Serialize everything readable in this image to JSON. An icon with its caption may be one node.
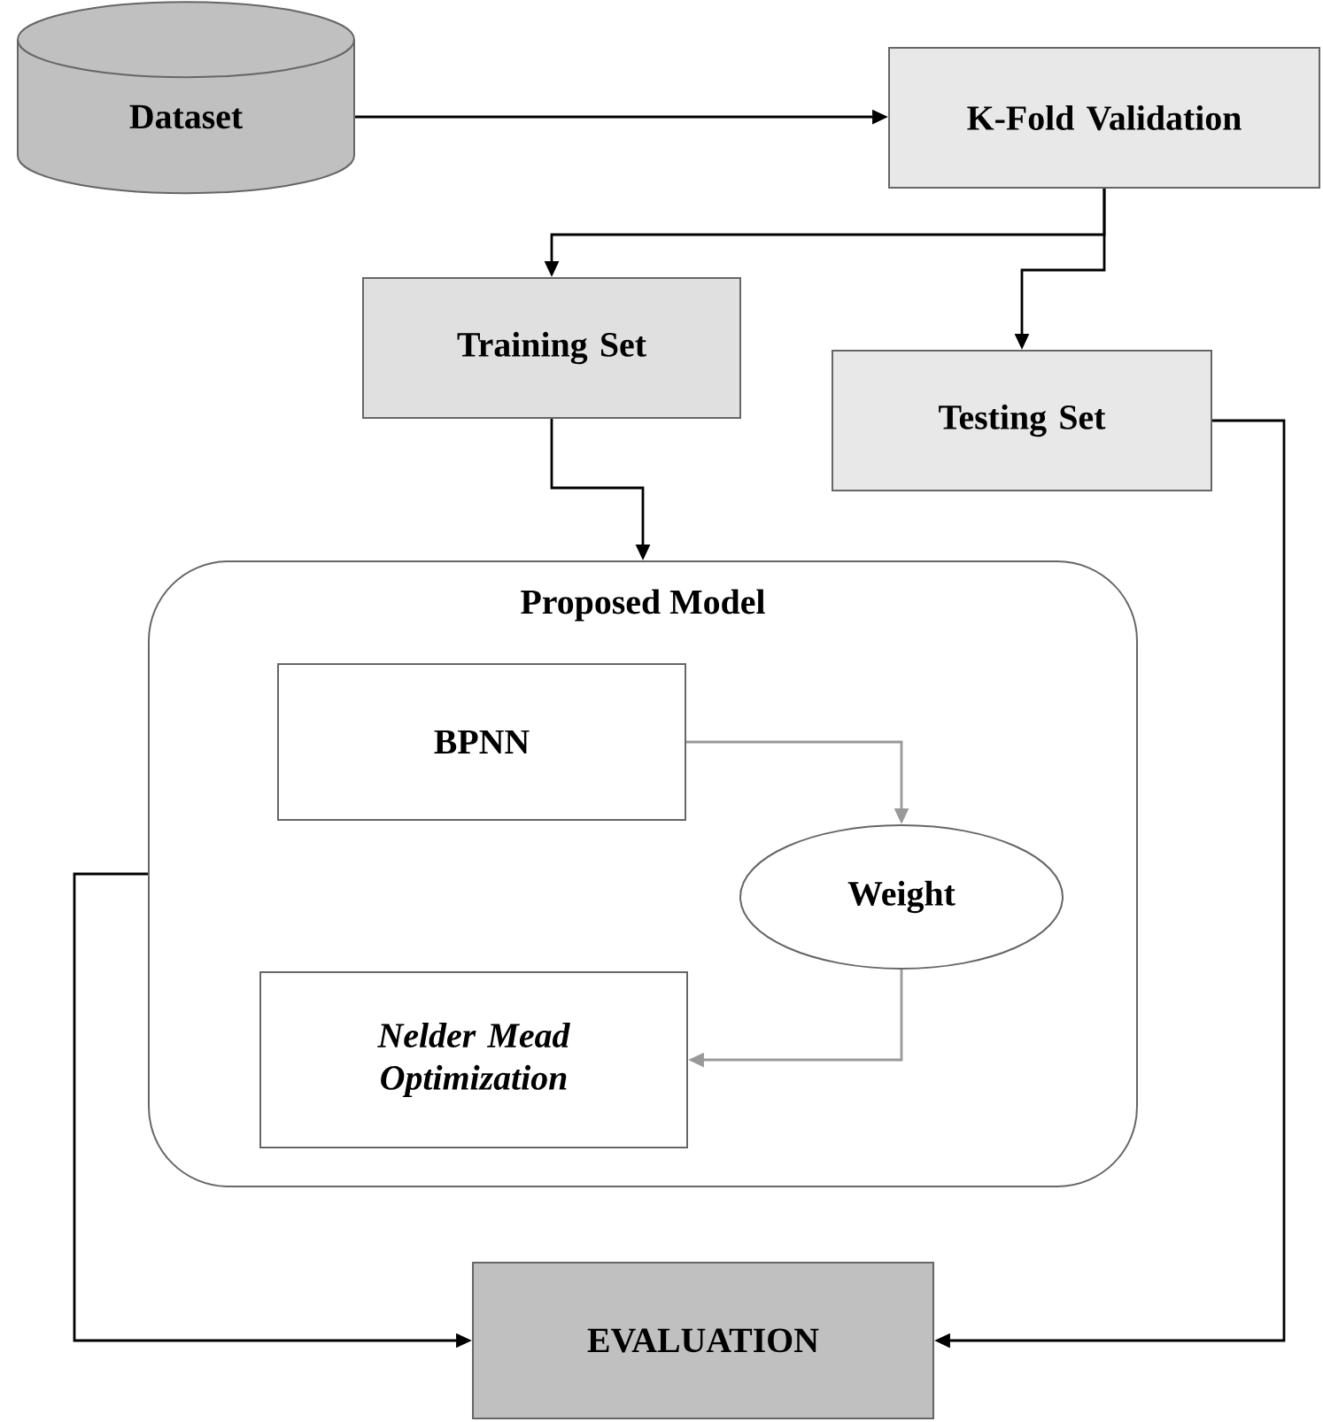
{
  "diagram": {
    "nodes": [
      {
        "text": [
          "Dataset"
        ]
      },
      {
        "text": [
          "K-Fold Validation"
        ]
      },
      {
        "text": [
          "Training Set"
        ]
      },
      {
        "text": [
          "Testing Set"
        ]
      },
      {
        "text": [
          "Proposed Model"
        ]
      },
      {
        "text": [
          "BPNN"
        ],
        "in": 4
      },
      {
        "text": [
          "Weight"
        ],
        "in": 4
      },
      {
        "text": [
          "Nelder Mead Optimization"
        ],
        "in": 4
      },
      {
        "text": [
          "EVALUATION"
        ]
      }
    ],
    "edges": [
      {
        "from": 0,
        "to": 1,
        "arrow": "to"
      },
      {
        "from": 1,
        "to": 2,
        "arrow": "to"
      },
      {
        "from": 1,
        "to": 3,
        "arrow": "to"
      },
      {
        "from": 2,
        "to": 4,
        "arrow": "to"
      },
      {
        "from": 3,
        "to": 8,
        "arrow": "to"
      },
      {
        "from": 4,
        "to": 8,
        "arrow": "to"
      },
      {
        "from": 5,
        "to": 6,
        "arrow": "to",
        "color": "#999999"
      },
      {
        "from": 6,
        "to": 7,
        "arrow": "to",
        "color": "#999999"
      }
    ]
  }
}
